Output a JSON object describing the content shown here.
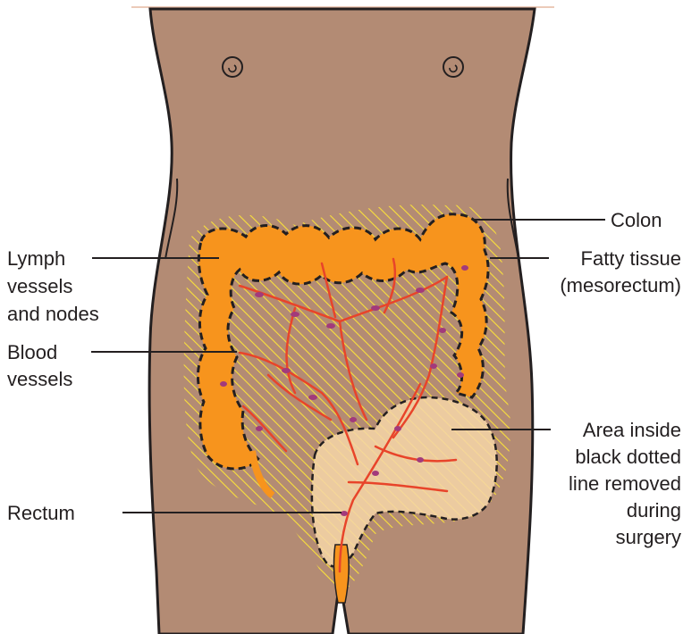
{
  "labels": {
    "colon": "Colon",
    "fatty_tissue": [
      "Fatty tissue",
      "(mesorectum)"
    ],
    "lymph": [
      "Lymph",
      "vessels",
      "and nodes"
    ],
    "blood": [
      "Blood",
      "vessels"
    ],
    "rectum": "Rectum",
    "area": [
      "Area inside",
      "black dotted",
      "line removed",
      "during",
      "surgery"
    ]
  },
  "colors": {
    "skin": "#b38b74",
    "colon": "#f7941d",
    "colon_light": "#fbb040",
    "hatch": "#f9e03b",
    "vessel": "#e8442a",
    "lymph": "#a23a7b",
    "removed_area": "#f6d6a8",
    "line": "#231f20"
  }
}
